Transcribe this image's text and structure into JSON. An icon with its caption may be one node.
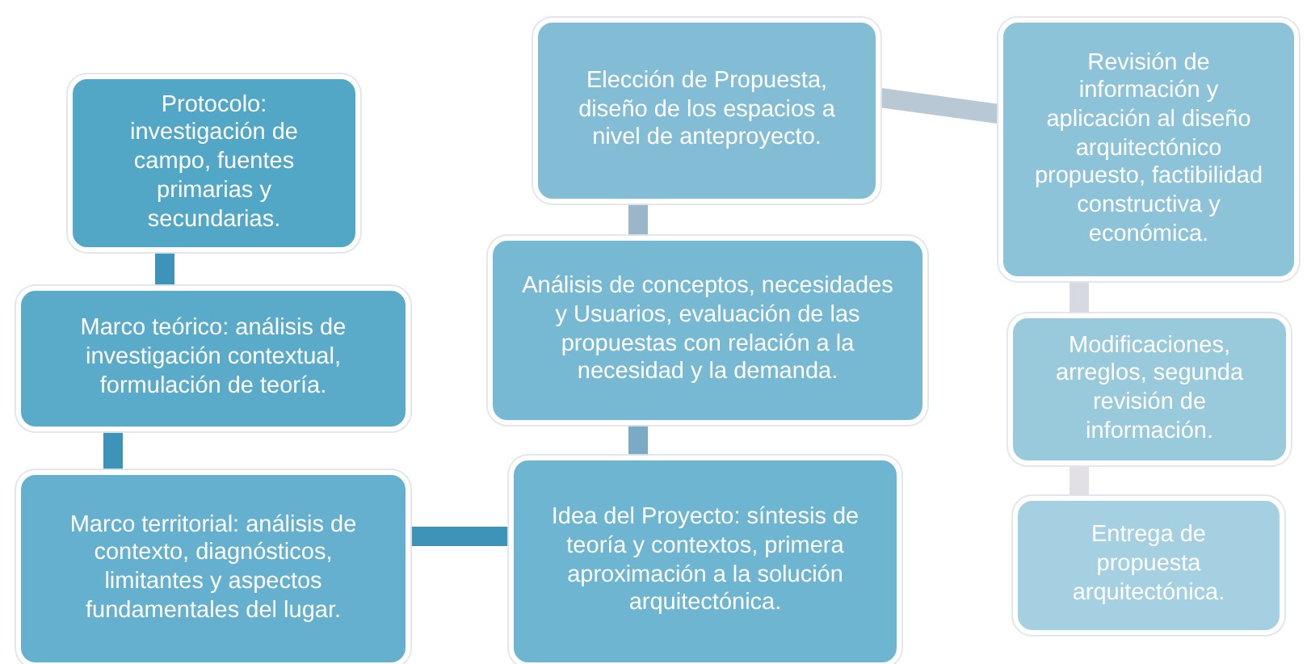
{
  "diagram": {
    "nodes": [
      {
        "text": [
          "Protocolo: investigación de campo, fuentes primarias  y secundarias."
        ]
      },
      {
        "text": [
          "Marco teórico: análisis de investigación contextual, formulación de teoría."
        ]
      },
      {
        "text": [
          "Marco territorial:  análisis de contexto, diagnósticos, limitantes y aspectos fundamentales del lugar."
        ]
      },
      {
        "text": [
          "Idea del Proyecto:  síntesis de teoría y contextos, primera aproximación a la solución arquitectónica."
        ]
      },
      {
        "text": [
          "Análisis de conceptos, necesidades y Usuarios, evaluación de las propuestas  con relación a la necesidad y la demanda."
        ]
      },
      {
        "text": [
          "Elección de Propuesta, diseño de los espacios a nivel de anteproyecto."
        ]
      },
      {
        "text": [
          "Revisión de información y aplicación al diseño arquitectónico propuesto, factibilidad constructiva y económica."
        ]
      },
      {
        "text": [
          "Modificaciones, arreglos, segunda revisión de información."
        ]
      },
      {
        "text": [
          "Entrega de propuesta arquitectónica."
        ]
      }
    ],
    "edges": [
      {
        "from": 0,
        "to": 1,
        "arrow": "none"
      },
      {
        "from": 1,
        "to": 2,
        "arrow": "none"
      },
      {
        "from": 2,
        "to": 3,
        "arrow": "none"
      },
      {
        "from": 3,
        "to": 4,
        "arrow": "none",
        "color": "#7aaac4"
      },
      {
        "from": 4,
        "to": 5,
        "arrow": "none",
        "color": "#9bb5c9"
      },
      {
        "from": 5,
        "to": 6,
        "arrow": "none",
        "color": "#b9c8d5"
      },
      {
        "from": 6,
        "to": 7,
        "arrow": "none",
        "color": "#d6d9df"
      },
      {
        "from": 7,
        "to": 8,
        "arrow": "none",
        "color": "#e2e0e4"
      }
    ]
  }
}
